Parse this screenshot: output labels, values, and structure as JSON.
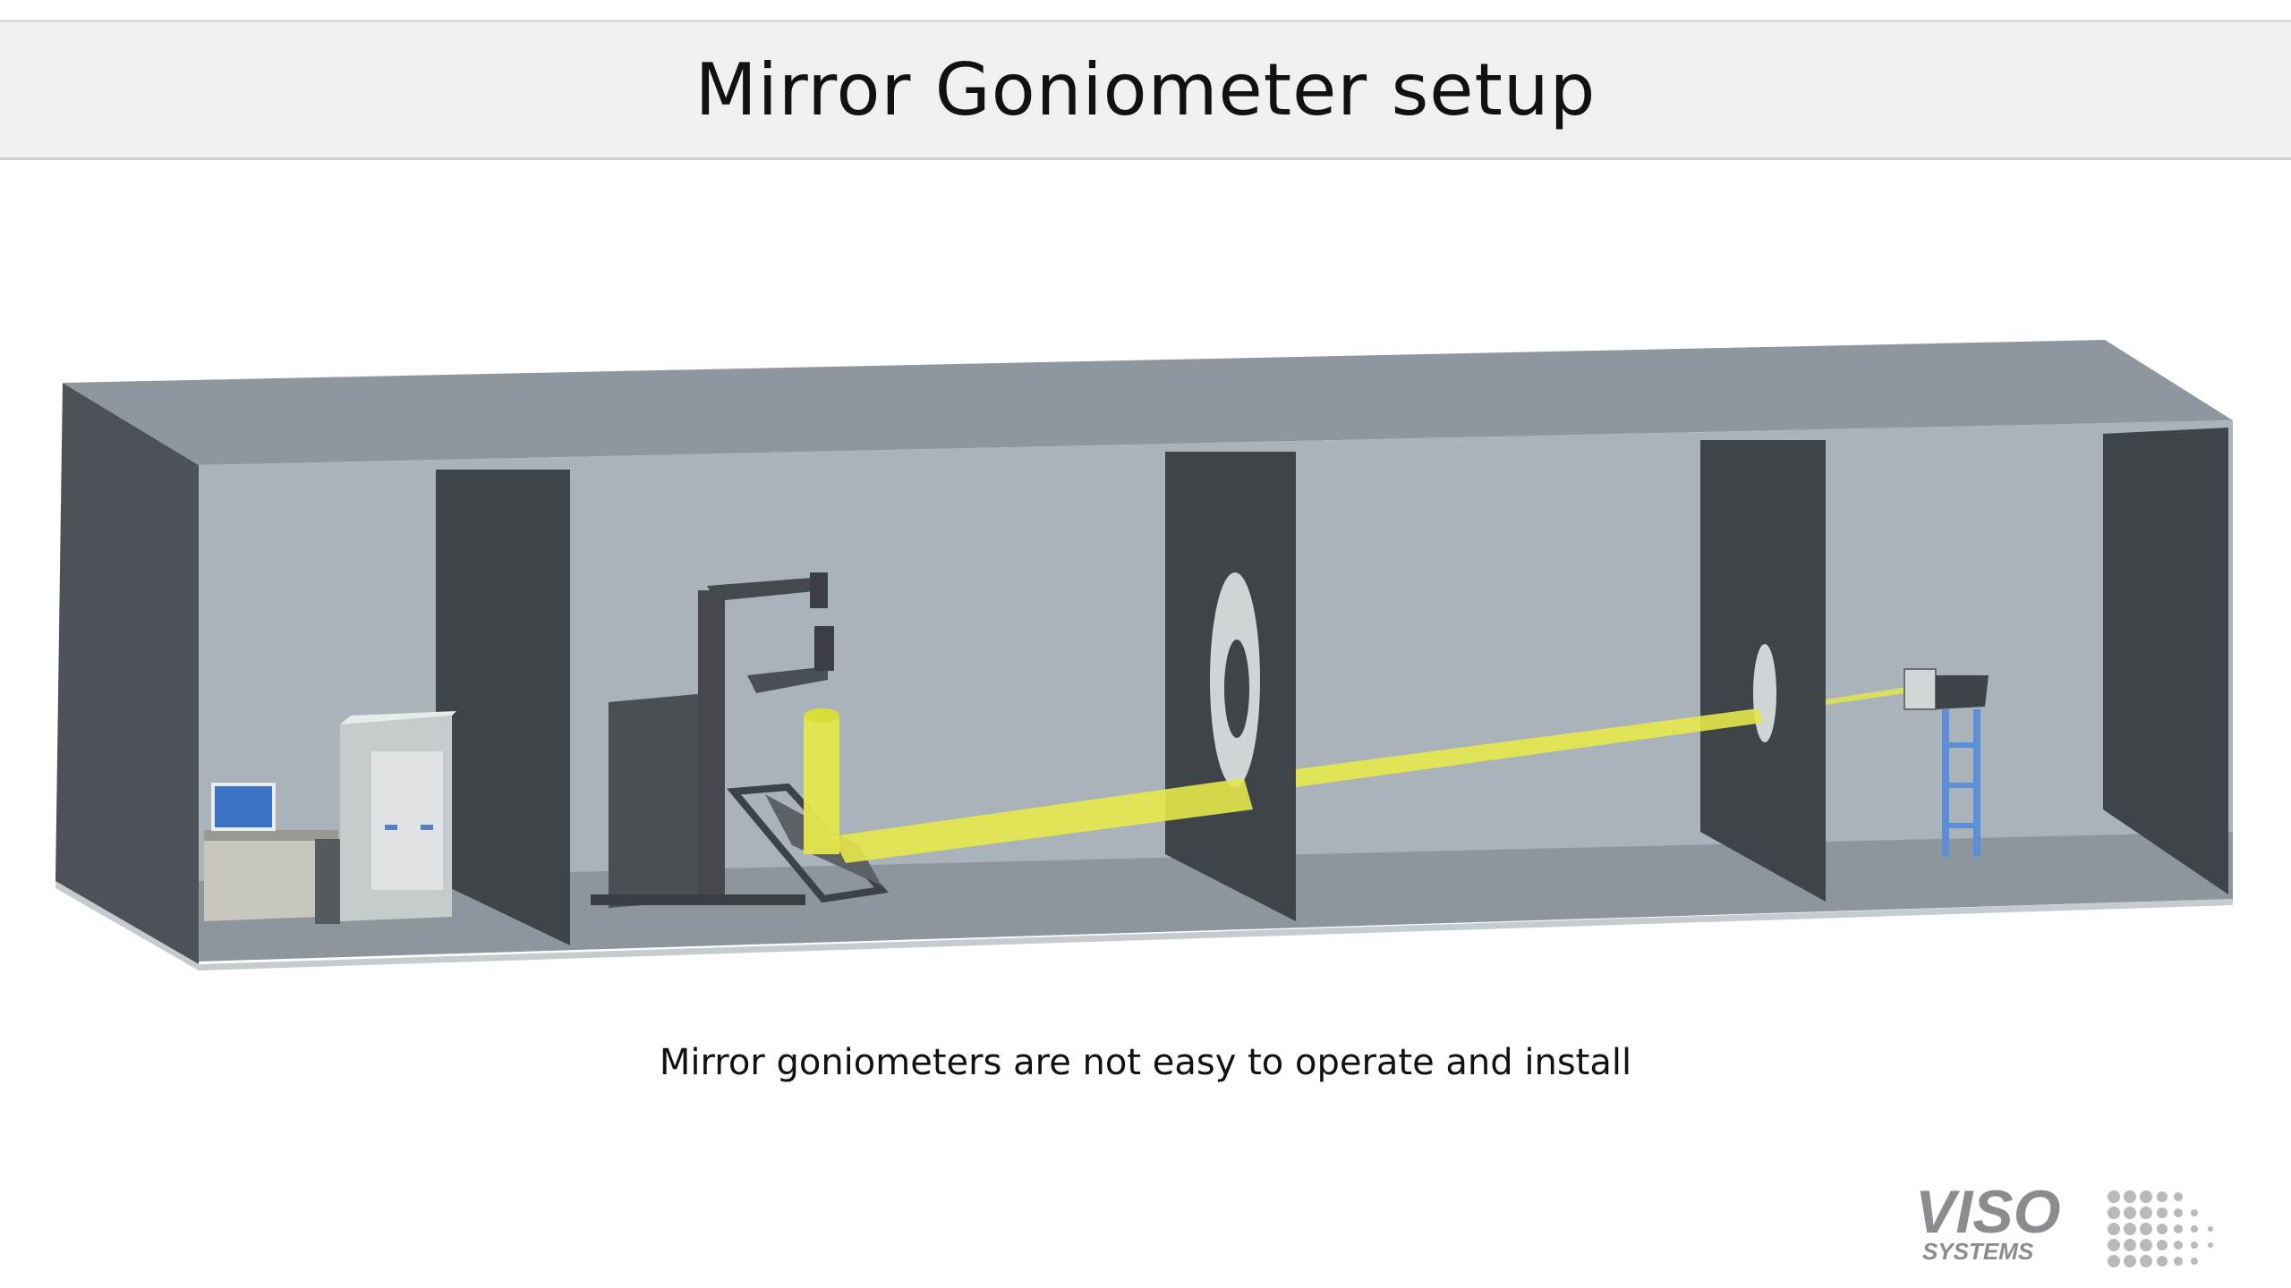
{
  "slide": {
    "title": "Mirror Goniometer setup",
    "caption": "Mirror goniometers are not easy to operate and install"
  },
  "logo": {
    "brand": "VISO",
    "subtitle": "SYSTEMS"
  },
  "colors": {
    "title_bar": "#f0f0f0",
    "room_back": "#a9b3b9",
    "room_side": "#4c5258",
    "partition": "#3f4449",
    "beam": "#e4e84a",
    "ladder": "#5b8fd6"
  },
  "illustration": {
    "components": [
      "computer-workstation",
      "control-cabinet",
      "mirror-goniometer",
      "light-beam",
      "baffle-wall-1",
      "baffle-wall-2",
      "photometer-head",
      "photometer-stand"
    ]
  }
}
